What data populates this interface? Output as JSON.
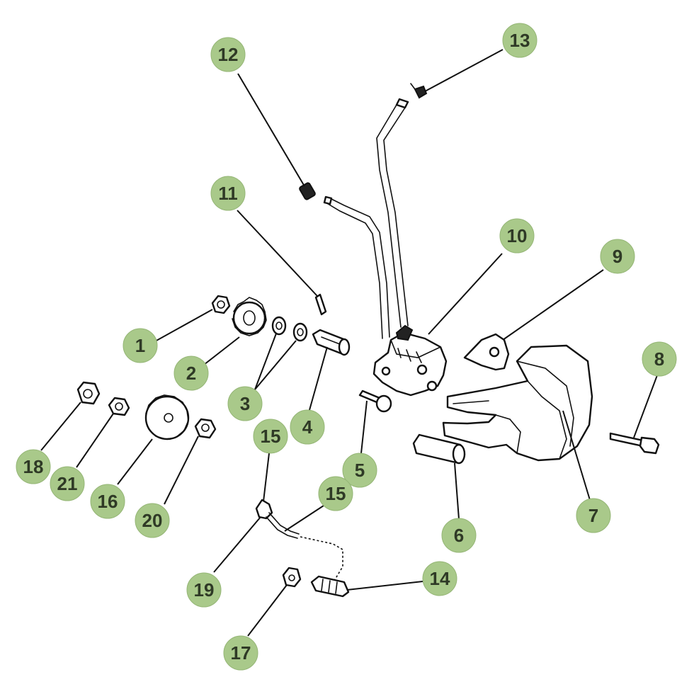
{
  "callouts": [
    {
      "id": "1",
      "label": "1"
    },
    {
      "id": "2",
      "label": "2"
    },
    {
      "id": "3",
      "label": "3"
    },
    {
      "id": "4",
      "label": "4"
    },
    {
      "id": "5",
      "label": "5"
    },
    {
      "id": "6",
      "label": "6"
    },
    {
      "id": "7",
      "label": "7"
    },
    {
      "id": "8",
      "label": "8"
    },
    {
      "id": "9",
      "label": "9"
    },
    {
      "id": "10",
      "label": "10"
    },
    {
      "id": "11",
      "label": "11"
    },
    {
      "id": "12",
      "label": "12"
    },
    {
      "id": "13",
      "label": "13"
    },
    {
      "id": "14",
      "label": "14"
    },
    {
      "id": "15a",
      "label": "15"
    },
    {
      "id": "15b",
      "label": "15"
    },
    {
      "id": "16",
      "label": "16"
    },
    {
      "id": "17",
      "label": "17"
    },
    {
      "id": "18",
      "label": "18"
    },
    {
      "id": "19",
      "label": "19"
    },
    {
      "id": "20",
      "label": "20"
    },
    {
      "id": "21",
      "label": "21"
    }
  ],
  "colors": {
    "badge_fill": "#a9c98a",
    "badge_text": "#2f3a26",
    "line": "#111111",
    "background": "#ffffff"
  }
}
